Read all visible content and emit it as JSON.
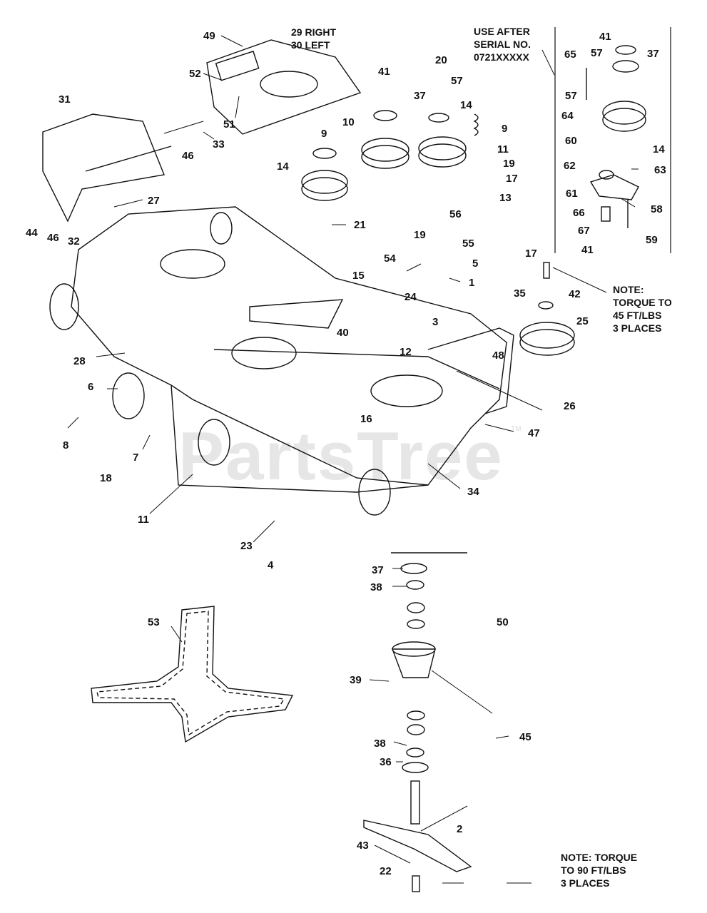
{
  "watermark": "PartsTree",
  "watermark_tm": "TM",
  "notes": {
    "serial_title": "USE AFTER\nSERIAL NO.\n0721XXXXX",
    "cover_side": "29 RIGHT\n30 LEFT",
    "torque_45": "NOTE:\nTORQUE TO\n45 FT/LBS\n3 PLACES",
    "torque_90": "NOTE: TORQUE\nTO 90 FT/LBS\n3 PLACES"
  },
  "callouts": [
    "49",
    "52",
    "51",
    "31",
    "33",
    "46",
    "44",
    "46",
    "32",
    "27",
    "41",
    "20",
    "57",
    "37",
    "14",
    "10",
    "9",
    "9",
    "11",
    "19",
    "17",
    "13",
    "14",
    "21",
    "56",
    "55",
    "19",
    "5",
    "54",
    "1",
    "24",
    "3",
    "15",
    "40",
    "12",
    "48",
    "28",
    "6",
    "8",
    "7",
    "18",
    "16",
    "47",
    "34",
    "11",
    "23",
    "4",
    "37",
    "38",
    "50",
    "53",
    "39",
    "45",
    "38",
    "36",
    "2",
    "43",
    "22",
    "41",
    "57",
    "37",
    "65",
    "57",
    "64",
    "14",
    "60",
    "62",
    "63",
    "61",
    "58",
    "66",
    "67",
    "59",
    "41",
    "17",
    "35",
    "42",
    "25",
    "26"
  ]
}
